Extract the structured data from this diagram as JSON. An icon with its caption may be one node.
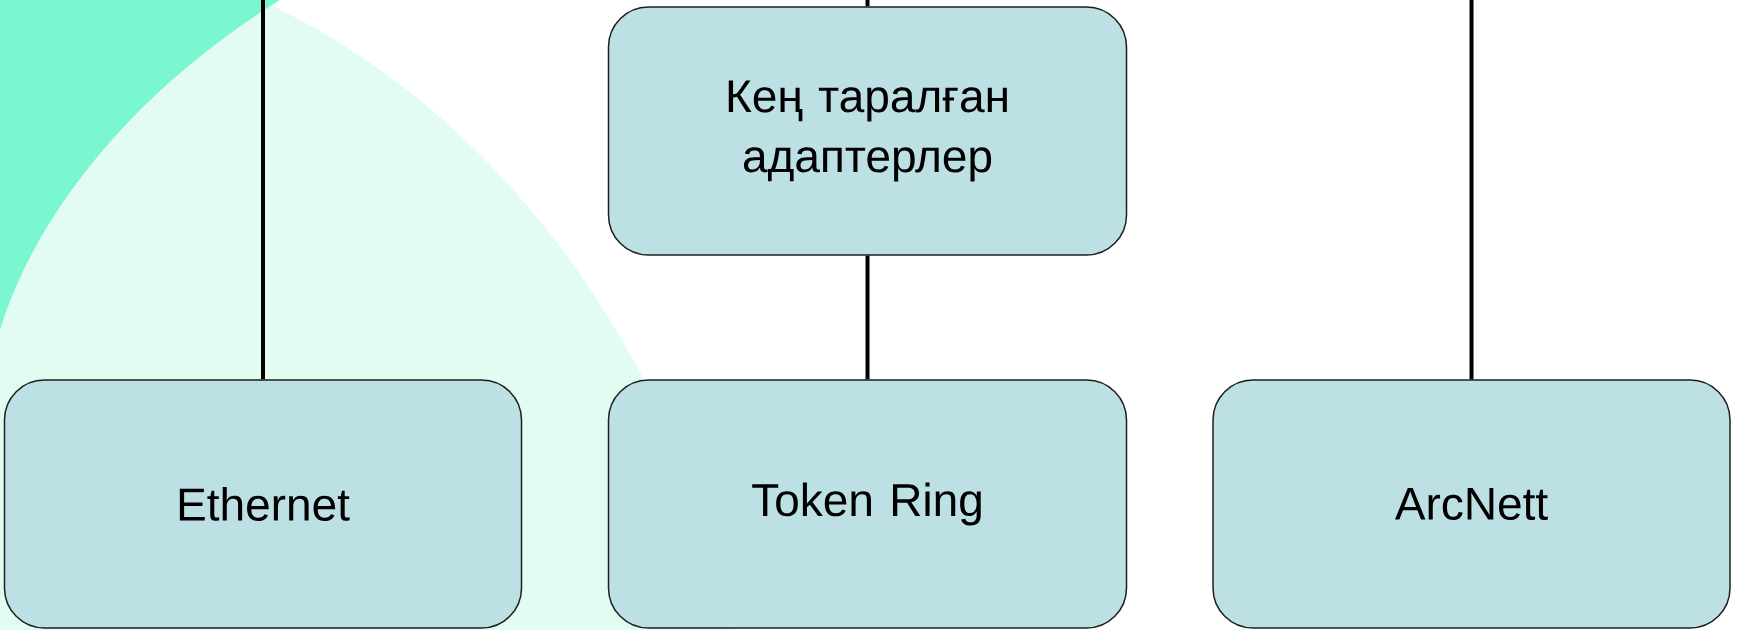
{
  "diagram": {
    "nodes": [
      {
        "text": [
          "Кең таралған адаптерлер"
        ]
      },
      {
        "text": [
          "Ethernet"
        ]
      },
      {
        "text": [
          "Token Ring"
        ]
      },
      {
        "text": [
          "ArcNett"
        ]
      }
    ],
    "edges": [
      {
        "from": null,
        "to": 0,
        "arrow": "none"
      },
      {
        "from": null,
        "to": 1,
        "arrow": "none"
      },
      {
        "from": 0,
        "to": 2,
        "arrow": "none"
      },
      {
        "from": null,
        "to": 3,
        "arrow": "none"
      }
    ]
  }
}
